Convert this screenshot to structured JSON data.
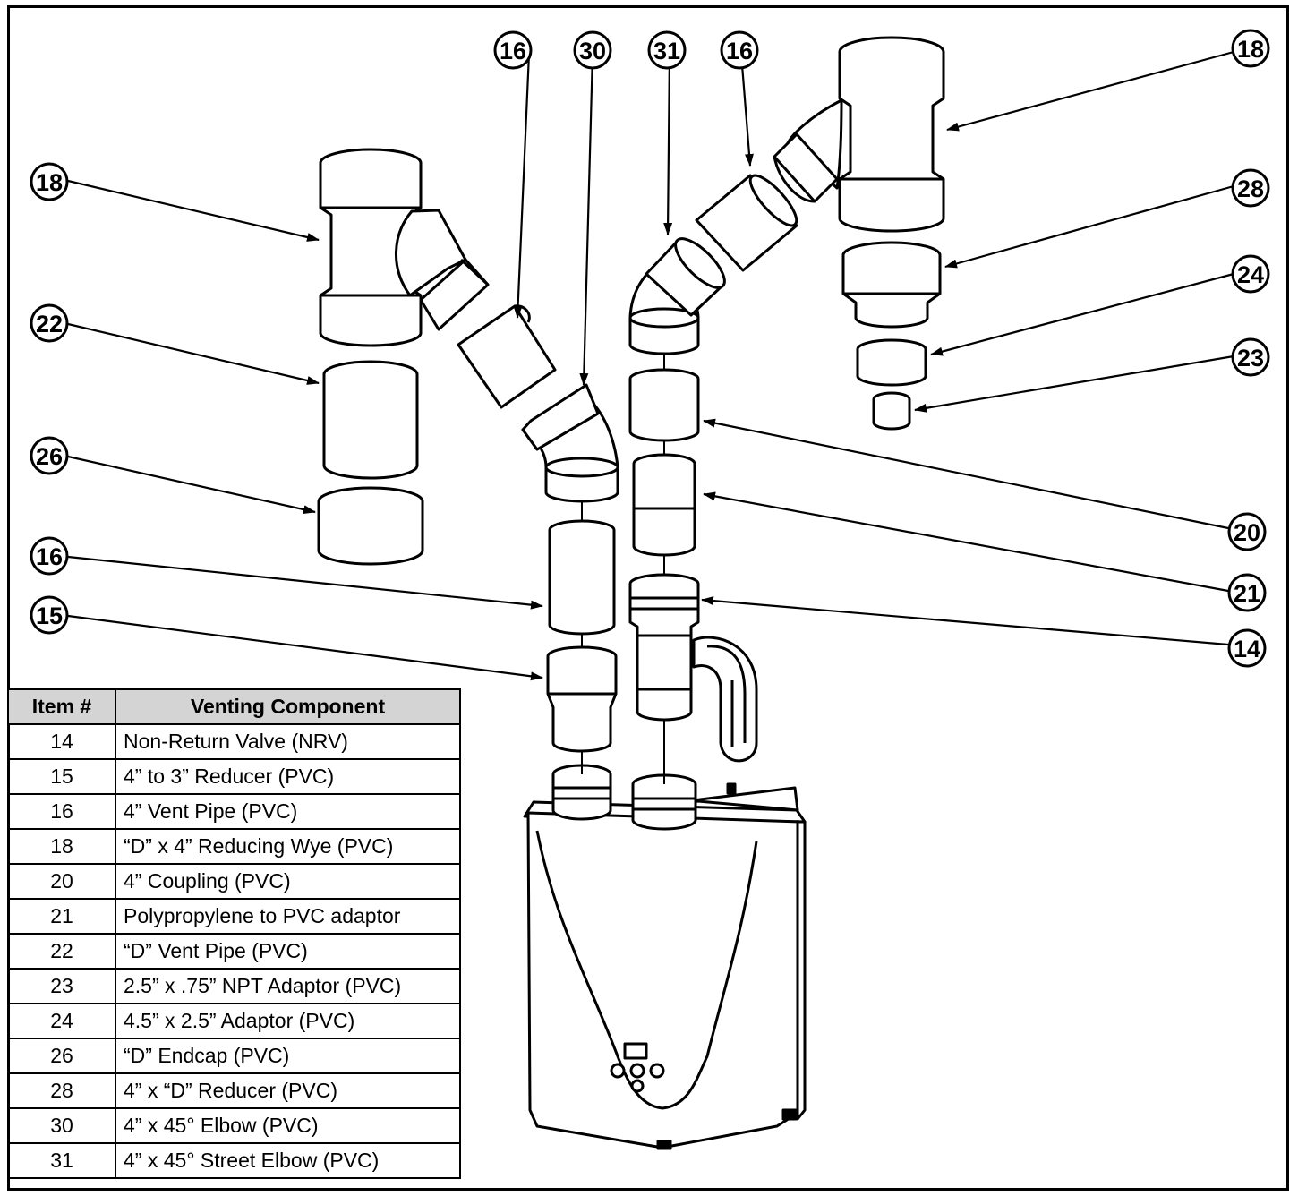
{
  "table": {
    "headers": [
      "Item #",
      "Venting Component"
    ],
    "rows": [
      {
        "item": "14",
        "component": "Non-Return Valve (NRV)"
      },
      {
        "item": "15",
        "component": "4” to 3” Reducer (PVC)"
      },
      {
        "item": "16",
        "component": "4” Vent Pipe (PVC)"
      },
      {
        "item": "18",
        "component": "“D” x 4” Reducing Wye (PVC)"
      },
      {
        "item": "20",
        "component": "4” Coupling (PVC)"
      },
      {
        "item": "21",
        "component": "Polypropylene to PVC adaptor"
      },
      {
        "item": "22",
        "component": "“D” Vent Pipe (PVC)"
      },
      {
        "item": "23",
        "component": "2.5” x .75” NPT Adaptor (PVC)"
      },
      {
        "item": "24",
        "component": "4.5” x 2.5” Adaptor (PVC)"
      },
      {
        "item": "26",
        "component": "“D” Endcap (PVC)"
      },
      {
        "item": "28",
        "component": "4” x “D” Reducer (PVC)"
      },
      {
        "item": "30",
        "component": "4” x 45° Elbow (PVC)"
      },
      {
        "item": "31",
        "component": "4” x 45° Street Elbow (PVC)"
      }
    ]
  },
  "callouts": {
    "c16_top_left": "16",
    "c30": "30",
    "c31": "31",
    "c16_top_right": "16",
    "c18_right": "18",
    "c18_left": "18",
    "c28": "28",
    "c24": "24",
    "c23": "23",
    "c22": "22",
    "c26": "26",
    "c20": "20",
    "c21": "21",
    "c16_left": "16",
    "c15": "15",
    "c14": "14"
  },
  "colors": {
    "line": "#000000",
    "fill": "#ffffff",
    "table_header_bg": "#d4d4d4"
  }
}
